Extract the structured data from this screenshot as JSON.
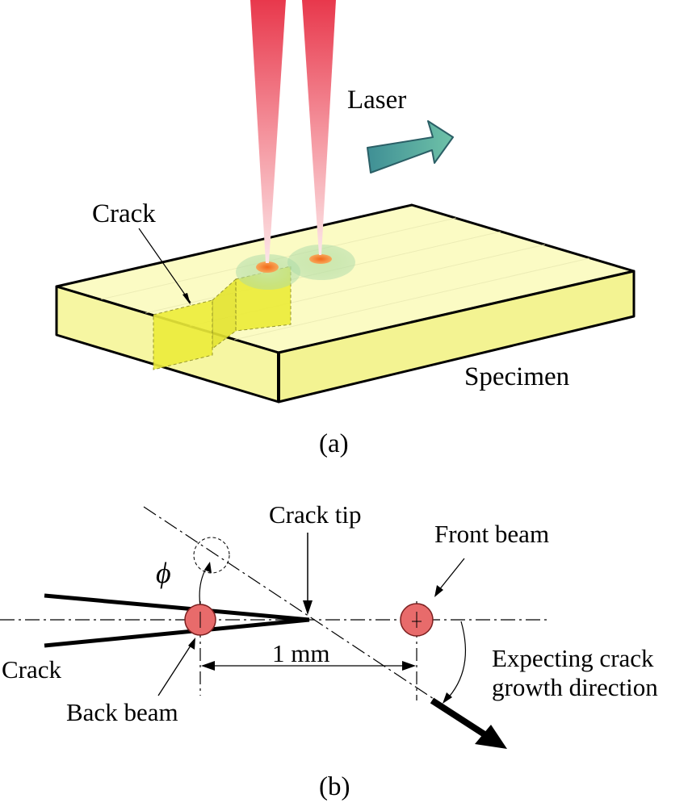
{
  "panel_a": {
    "caption": "(a)",
    "labels": {
      "laser": "Laser",
      "crack": "Crack",
      "specimen": "Specimen"
    },
    "colors": {
      "block_top": "#fbfbc4",
      "block_front": "#f6f6a0",
      "block_side": "#f1f18e",
      "crack_plane": "#ecec2e",
      "laser_beam": "#e8384c",
      "spot_halo": "#9fd49a",
      "spot_core": "#f4842a",
      "arrow_fill": "#4aa7a0",
      "arrow_stroke": "#2b5f66"
    }
  },
  "panel_b": {
    "caption": "(b)",
    "labels": {
      "crack_tip": "Crack tip",
      "front_beam": "Front beam",
      "angle": "ϕ",
      "crack": "Crack",
      "distance": "1 mm",
      "back_beam": "Back beam",
      "expect_line1": "Expecting crack",
      "expect_line2": "growth direction"
    },
    "colors": {
      "beam_fill": "#e86b6b",
      "beam_stroke": "#7a1f1f"
    }
  }
}
